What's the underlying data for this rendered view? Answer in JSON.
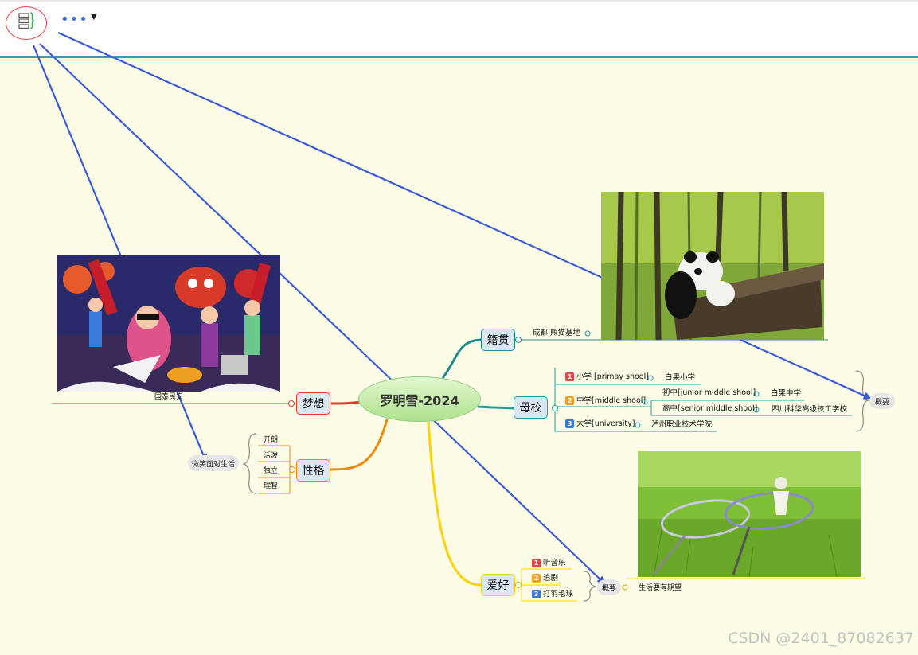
{
  "toolbar": {
    "more_label": "•••",
    "dropdown_icon": "▼"
  },
  "central": "罗明雪-2024",
  "branches": {
    "jiguan": {
      "label": "籍贯",
      "items": [
        "成都·熊猫基地"
      ]
    },
    "muxiao": {
      "label": "母校",
      "items": [
        {
          "num": "1",
          "text": "小学 [primay shool]",
          "value": "白果小学"
        },
        {
          "num": "2",
          "text": "中学[middle shool]"
        },
        {
          "num": "3",
          "text": "大学[university]",
          "value": "泸州职业技术学院"
        }
      ],
      "middle_sub": [
        {
          "text": "初中[junior middle shool]",
          "value": "白果中学"
        },
        {
          "text": "高中[senior middle shool]",
          "value": "四川科华高级技工学校"
        }
      ],
      "summary": "概要"
    },
    "mengxiang": {
      "label": "梦想",
      "items": [
        "国泰民安"
      ]
    },
    "xingge": {
      "label": "性格",
      "items": [
        "开朗",
        "活泼",
        "独立",
        "理智"
      ],
      "summary": "微笑面对生活"
    },
    "aihao": {
      "label": "爱好",
      "items": [
        {
          "num": "1",
          "text": "听音乐"
        },
        {
          "num": "2",
          "text": "追剧"
        },
        {
          "num": "3",
          "text": "打羽毛球"
        }
      ],
      "summary": "概要",
      "summary_note": "生活要有期望"
    }
  },
  "colors": {
    "accent": "#3c96c8",
    "arrow": "#3a5ad8",
    "badge1": "#e04848",
    "badge2": "#f0a020",
    "badge3": "#3a78d8"
  },
  "watermark": "CSDN @2401_87082637"
}
